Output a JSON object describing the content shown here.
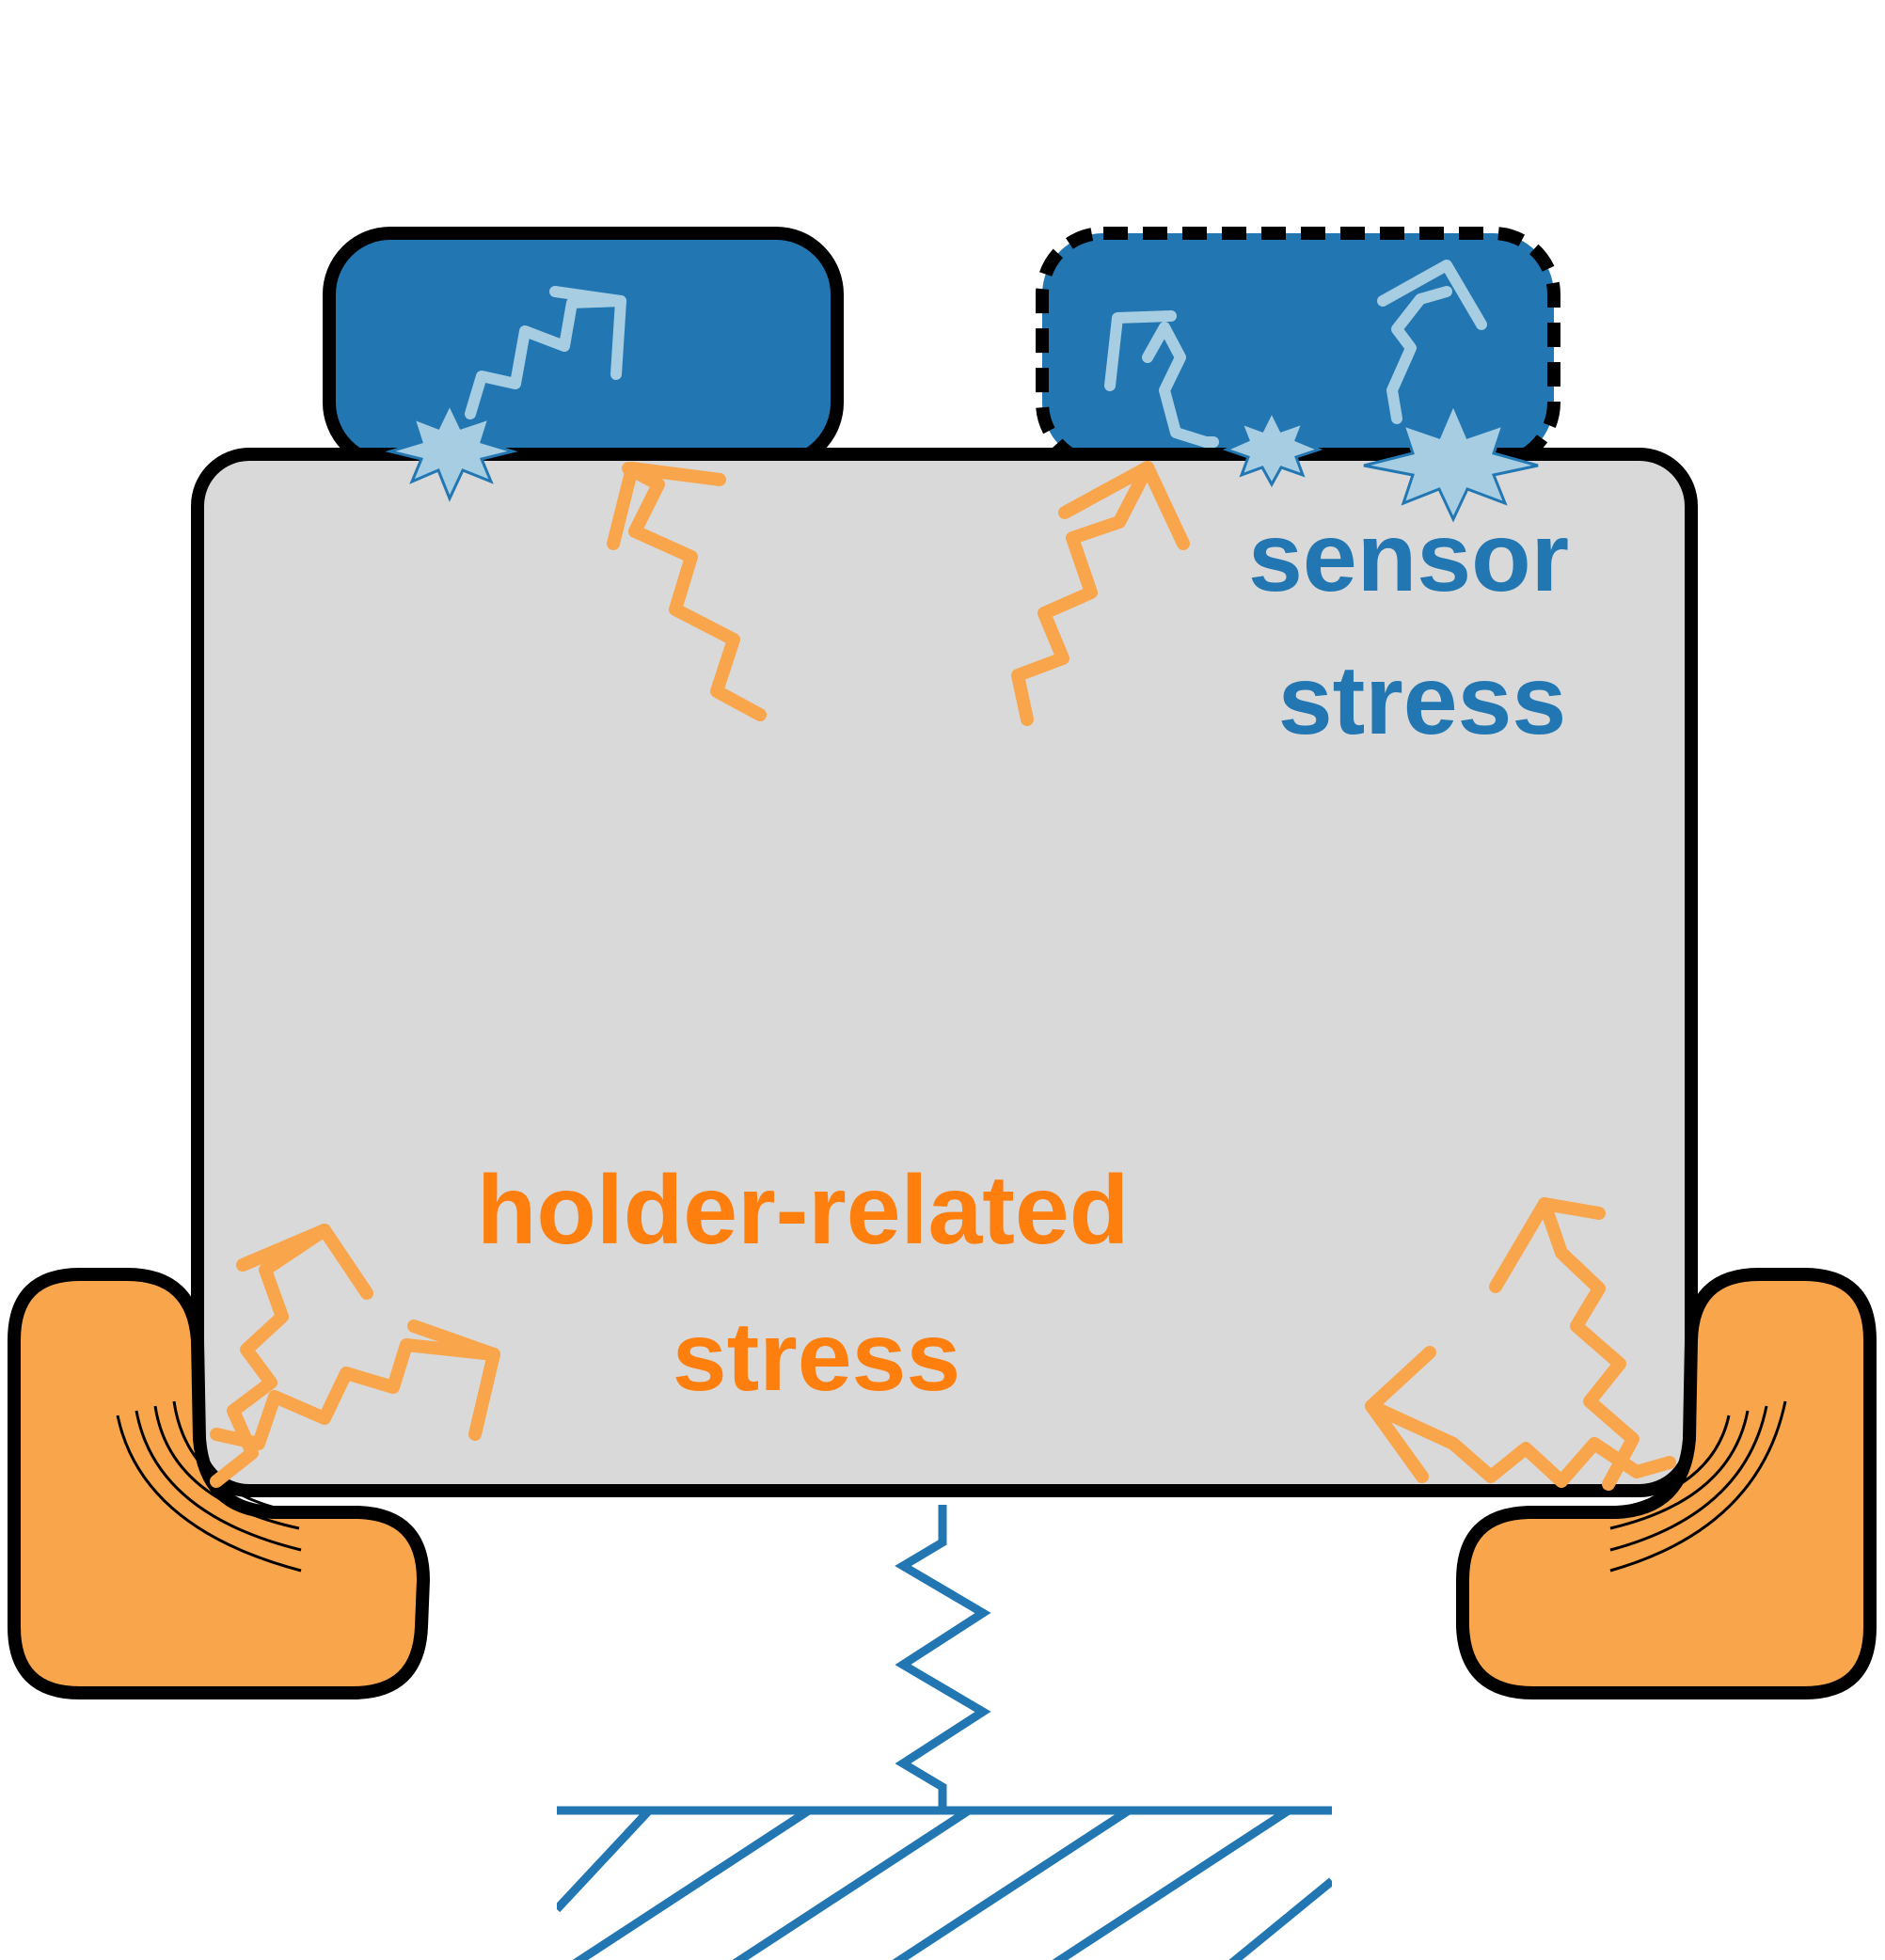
{
  "labels": {
    "sensor_stress": [
      "sensor",
      "stress"
    ],
    "holder_stress": [
      "holder-related",
      "stress"
    ]
  },
  "colors": {
    "sensor_blue": "#2277b3",
    "sensor_light": "#a6cde2",
    "holder_orange": "#f9a54b",
    "holder_text": "#ff7f0e",
    "body_gray": "#d9d9d9",
    "outline": "#000000",
    "spring_blue": "#2277b3"
  },
  "components": {
    "sensor_left": "solid-sensor",
    "sensor_right": "dashed-sensor",
    "main_body": "gray-block",
    "holder_left": "holder-left",
    "holder_right": "holder-right",
    "spring": "spring-support",
    "ground": "hatched-ground"
  }
}
